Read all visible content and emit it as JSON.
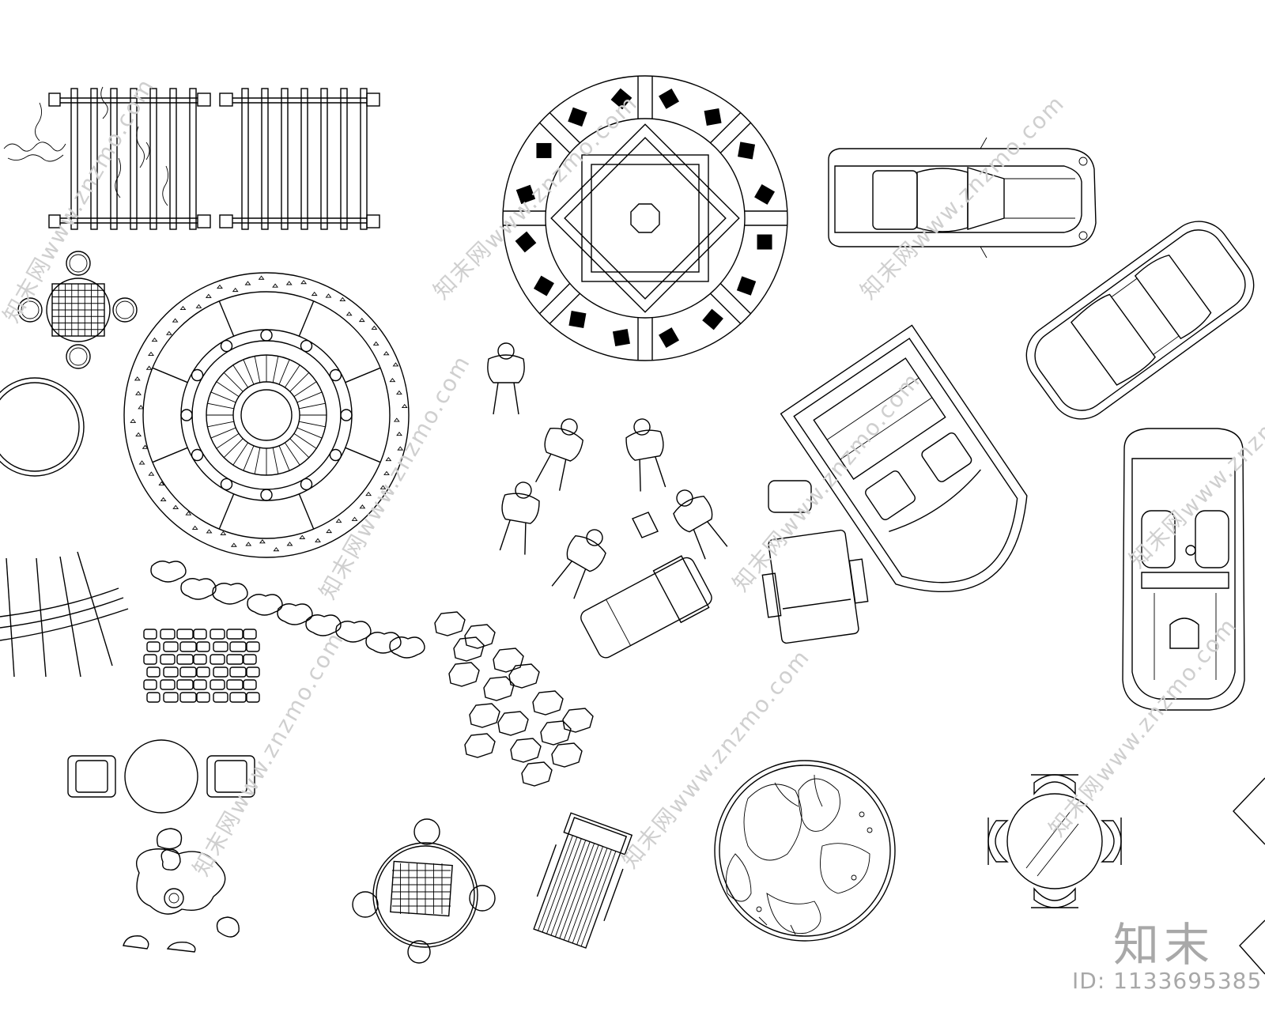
{
  "watermark": {
    "logo_text": "知末",
    "id_label": "ID: 1133695385",
    "site_text": "知末网www.znzmo.com"
  },
  "colors": {
    "line": "#000000",
    "watermark": "#a8a8a8",
    "background": "#ffffff"
  },
  "symbols": [
    "pergola-with-vines",
    "pergola",
    "circular-plaza-paving",
    "round-fountain-plaza",
    "chess-table-set",
    "round-pool",
    "sports-car",
    "sedan-car-angled",
    "convertible-car",
    "speedboat",
    "people-group",
    "lounge-chairs",
    "stepping-stone-path",
    "flagstone-paving",
    "table-with-two-chairs",
    "stone-cluster",
    "round-game-table",
    "deck-chair",
    "planting-bed",
    "round-dining-table"
  ]
}
